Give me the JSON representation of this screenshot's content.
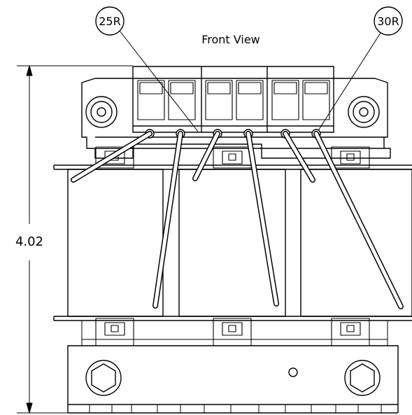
{
  "title": "Front View",
  "callouts": [
    {
      "label": "25R"
    },
    {
      "label": "30R"
    }
  ],
  "dimension": {
    "value": "4.02"
  },
  "colors": {
    "line": "#000000",
    "background": "#ffffff"
  }
}
